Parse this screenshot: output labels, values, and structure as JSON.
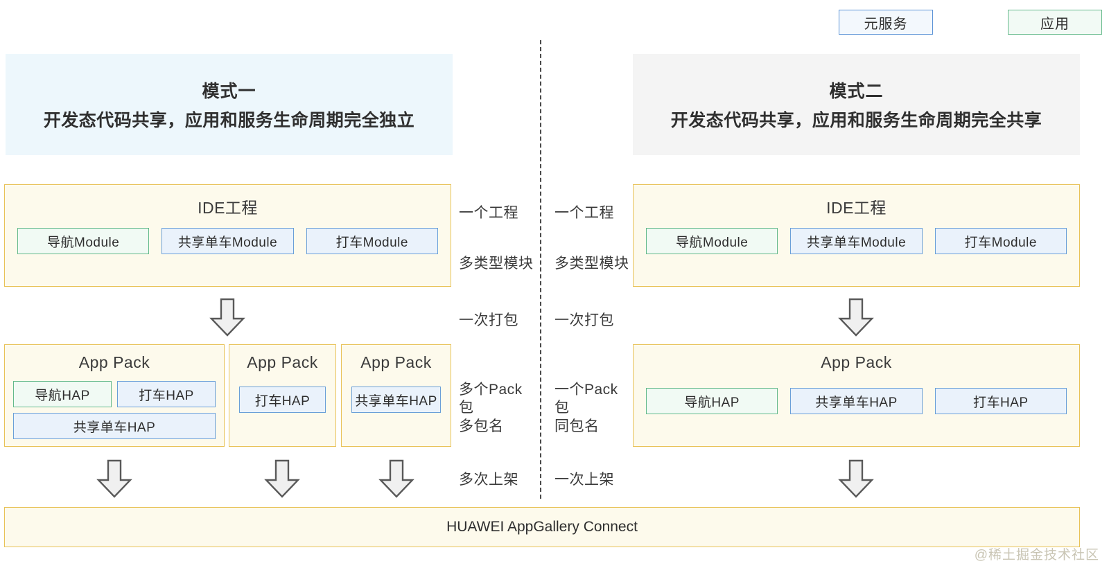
{
  "legend": {
    "items": [
      {
        "label": "元服务",
        "style": "blue",
        "name": "legend-meta-service"
      },
      {
        "label": "应用",
        "style": "green",
        "name": "legend-application"
      }
    ]
  },
  "modes": {
    "left": {
      "title": "模式一",
      "subtitle": "开发态代码共享，应用和服务生命周期完全独立"
    },
    "right": {
      "title": "模式二",
      "subtitle": "开发态代码共享，应用和服务生命周期完全共享"
    }
  },
  "ide": {
    "left": {
      "title": "IDE工程",
      "modules": [
        {
          "label": "导航Module",
          "style": "green"
        },
        {
          "label": "共享单车Module",
          "style": "blue"
        },
        {
          "label": "打车Module",
          "style": "blue"
        }
      ]
    },
    "right": {
      "title": "IDE工程",
      "modules": [
        {
          "label": "导航Module",
          "style": "green"
        },
        {
          "label": "共享单车Module",
          "style": "blue"
        },
        {
          "label": "打车Module",
          "style": "blue"
        }
      ]
    }
  },
  "packs": {
    "left": [
      {
        "title": "App Pack",
        "row1": [
          {
            "label": "导航HAP",
            "style": "green"
          },
          {
            "label": "打车HAP",
            "style": "blue"
          }
        ],
        "row2": [
          {
            "label": "共享单车HAP",
            "style": "blue"
          }
        ]
      },
      {
        "title": "App Pack",
        "haps": [
          {
            "label": "打车HAP",
            "style": "blue"
          }
        ]
      },
      {
        "title": "App Pack",
        "haps": [
          {
            "label": "共享单车HAP",
            "style": "blue"
          }
        ]
      }
    ],
    "right": {
      "title": "App Pack",
      "haps": [
        {
          "label": "导航HAP",
          "style": "green"
        },
        {
          "label": "共享单车HAP",
          "style": "blue"
        },
        {
          "label": "打车HAP",
          "style": "blue"
        }
      ]
    }
  },
  "middle_labels": {
    "left": {
      "project": "一个工程",
      "module_types": "多类型模块",
      "packaging": "一次打包",
      "pack_count_line1": "多个Pack包",
      "pack_count_line2": "多包名",
      "release": "多次上架"
    },
    "right": {
      "project": "一个工程",
      "module_types": "多类型模块",
      "packaging": "一次打包",
      "pack_count_line1": "一个Pack包",
      "pack_count_line2": "同包名",
      "release": "一次上架"
    }
  },
  "footer": {
    "label": "HUAWEI AppGallery Connect"
  },
  "watermark": {
    "text": "@稀土掘金技术社区"
  },
  "colors": {
    "blue_border": "#6a9fd8",
    "blue_fill": "#eaf2fb",
    "green_border": "#63b98a",
    "green_fill": "#f1faf4",
    "yellow_border": "#e8c257",
    "yellow_fill": "#fdfaec",
    "mode_left_bg": "#edf7fc",
    "mode_right_bg": "#f4f4f4",
    "arrow_fill": "#f0f0f0",
    "arrow_stroke": "#595959"
  }
}
